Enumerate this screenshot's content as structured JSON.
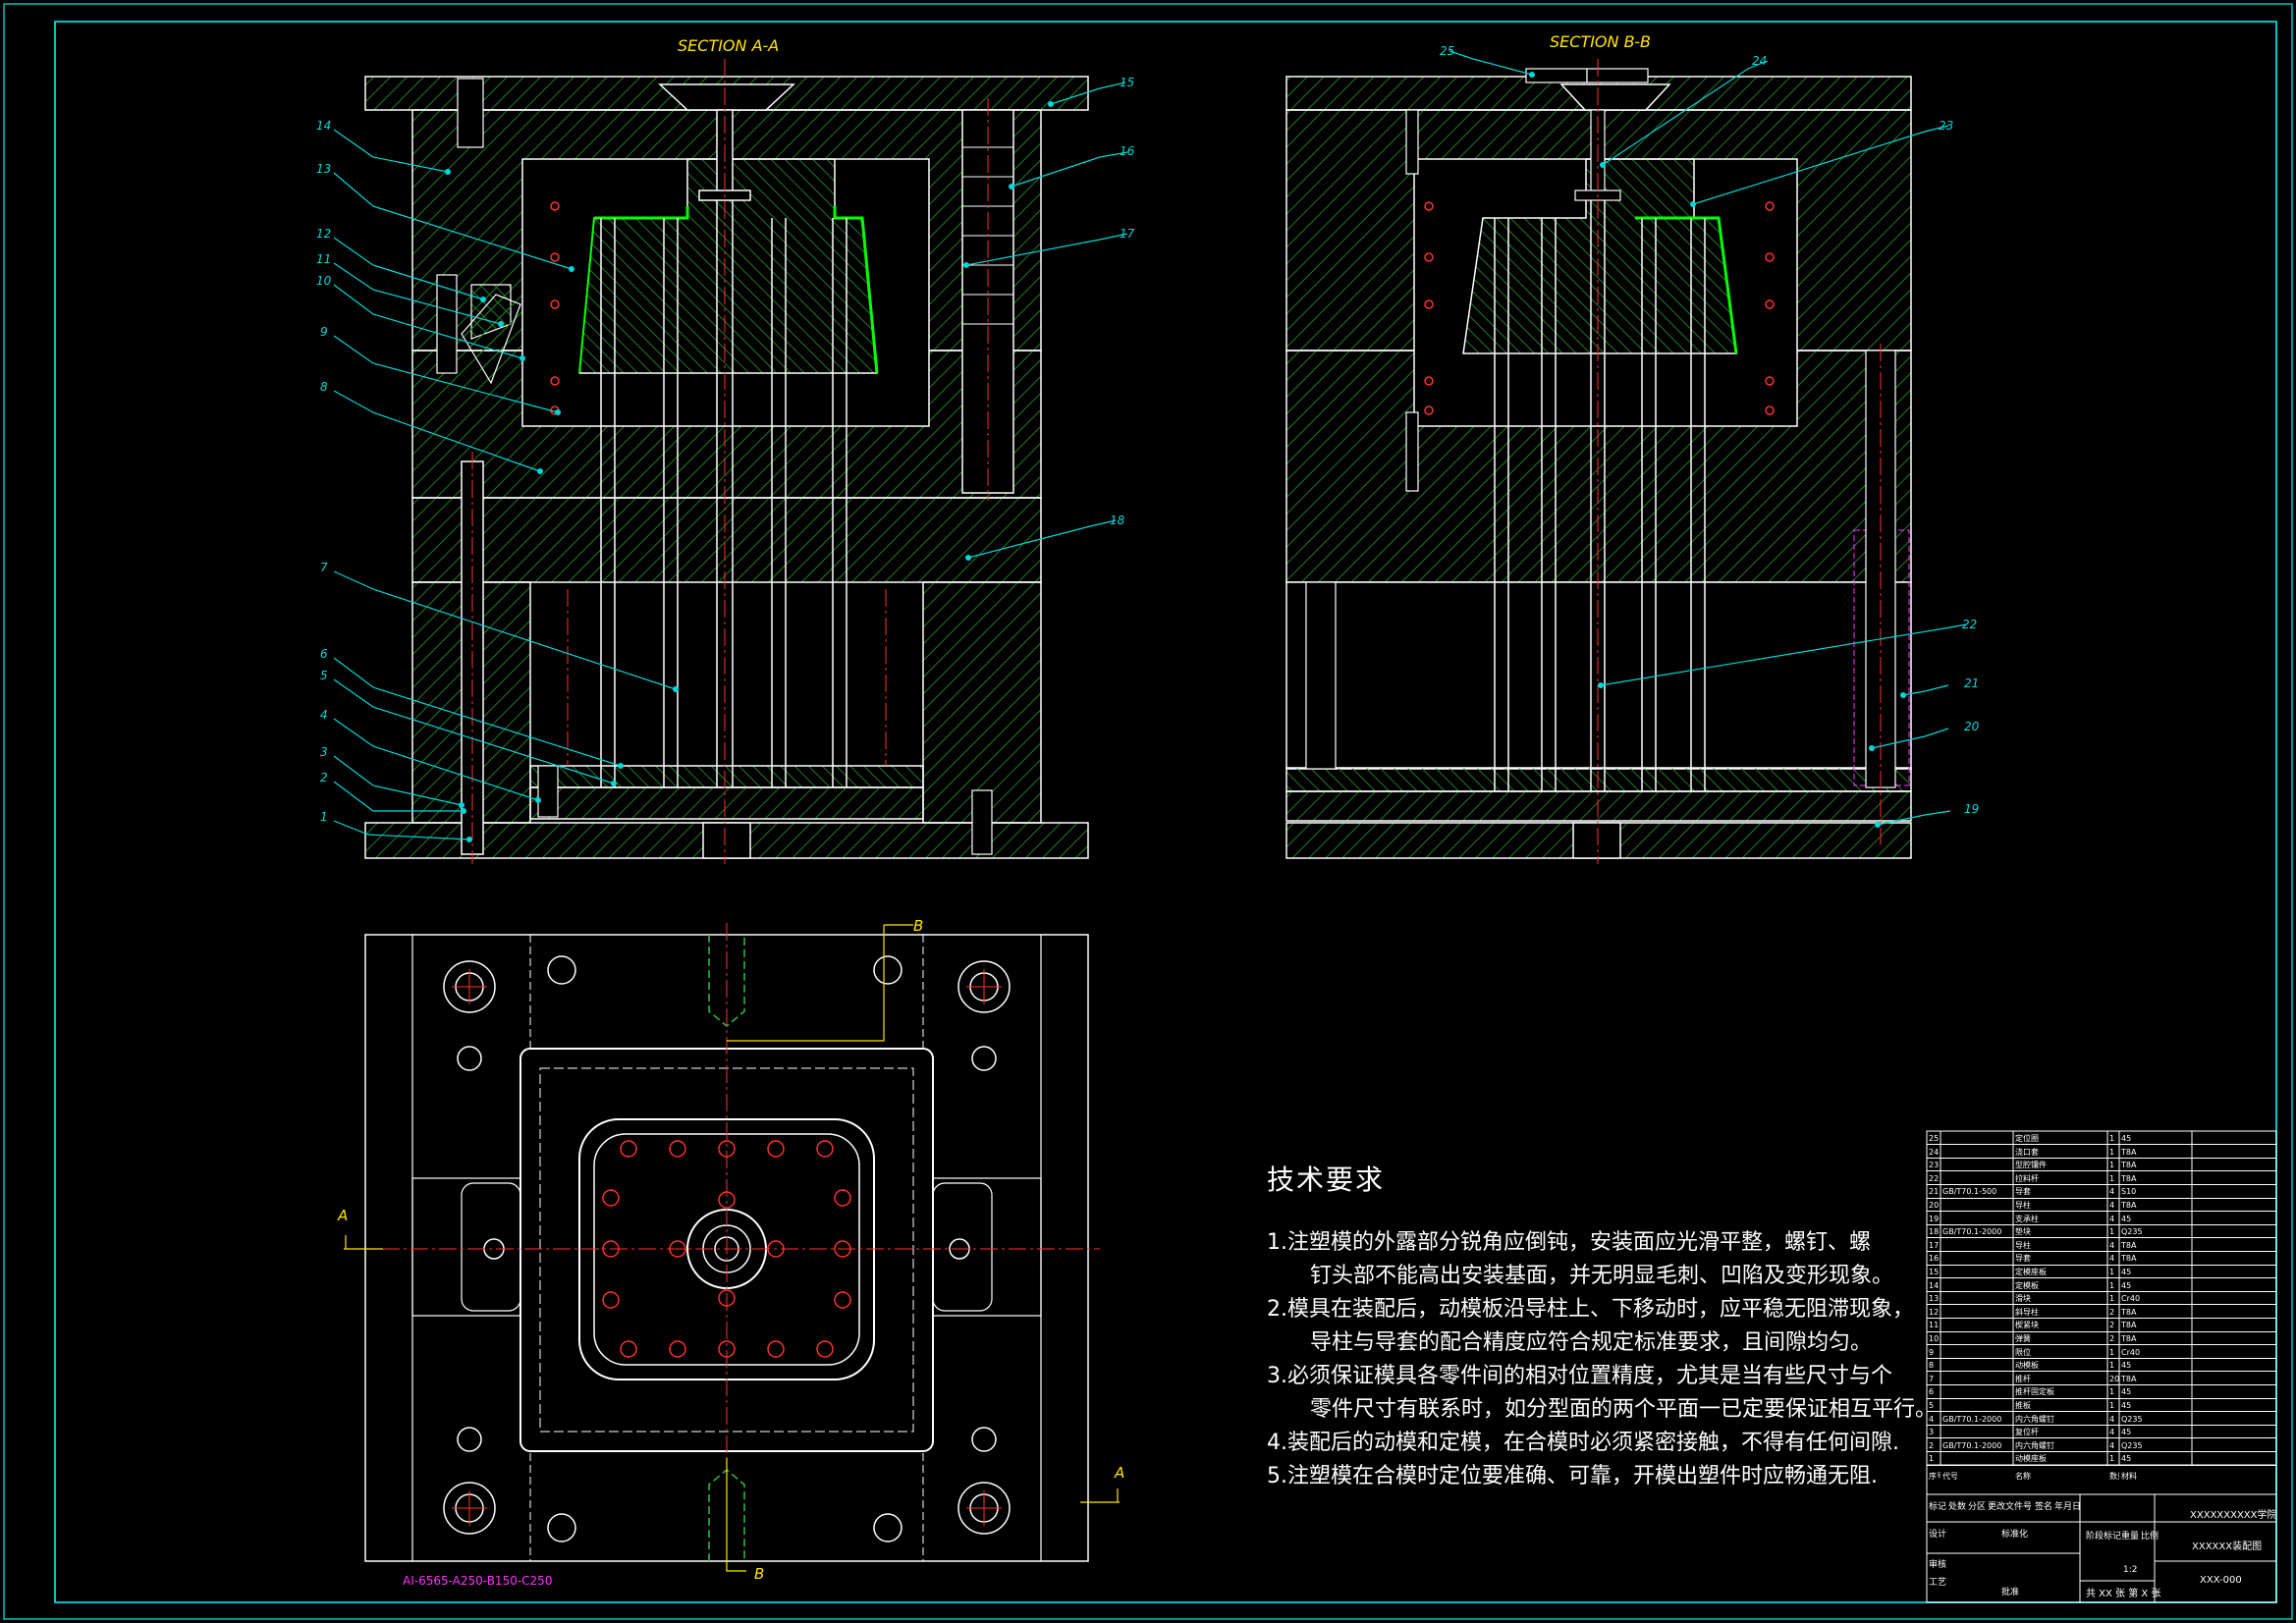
{
  "views": {
    "section_a": "SECTION A-A",
    "section_b": "SECTION B-B",
    "cut_a": "A",
    "cut_b": "B"
  },
  "base_code": "AI-6565-A250-B150-C250",
  "callouts": [
    "1",
    "2",
    "3",
    "4",
    "5",
    "6",
    "7",
    "8",
    "9",
    "10",
    "11",
    "12",
    "13",
    "14",
    "15",
    "16",
    "17",
    "18",
    "19",
    "20",
    "21",
    "22",
    "23",
    "24",
    "25"
  ],
  "tech": {
    "title": "技术要求",
    "lines": [
      "1.注塑模的外露部分锐角应倒钝，安装面应光滑平整，螺钉、螺",
      "钉头部不能高出安装基面，并无明显毛刺、凹陷及变形现象。",
      "2.模具在装配后，动模板沿导柱上、下移动时，应平稳无阻滞现象，",
      "导柱与导套的配合精度应符合规定标准要求，且间隙均匀。",
      "3.必须保证模具各零件间的相对位置精度，尤其是当有些尺寸与个",
      "零件尺寸有联系时，如分型面的两个平面一已定要保证相互平行。",
      "4.装配后的动模和定模，在合模时必须紧密接触，不得有任何间隙.",
      "5.注塑模在合模时定位要准确、可靠，开模出塑件时应畅通无阻."
    ]
  },
  "bom": [
    {
      "no": "25",
      "std": "",
      "name": "定位圈",
      "qty": "1",
      "mat": "45"
    },
    {
      "no": "24",
      "std": "",
      "name": "浇口套",
      "qty": "1",
      "mat": "T8A"
    },
    {
      "no": "23",
      "std": "",
      "name": "型腔镶件",
      "qty": "1",
      "mat": "T8A"
    },
    {
      "no": "22",
      "std": "",
      "name": "拉料杆",
      "qty": "1",
      "mat": "T8A"
    },
    {
      "no": "21",
      "std": "GB/T70.1-500",
      "name": "导套",
      "qty": "4",
      "mat": "S10"
    },
    {
      "no": "20",
      "std": "",
      "name": "导柱",
      "qty": "4",
      "mat": "T8A"
    },
    {
      "no": "19",
      "std": "",
      "name": "支承柱",
      "qty": "4",
      "mat": "45"
    },
    {
      "no": "18",
      "std": "GB/T70.1-2000",
      "name": "垫块",
      "qty": "1",
      "mat": "Q235"
    },
    {
      "no": "17",
      "std": "",
      "name": "导柱",
      "qty": "4",
      "mat": "T8A"
    },
    {
      "no": "16",
      "std": "",
      "name": "导套",
      "qty": "4",
      "mat": "T8A"
    },
    {
      "no": "15",
      "std": "",
      "name": "定模座板",
      "qty": "1",
      "mat": "45"
    },
    {
      "no": "14",
      "std": "",
      "name": "定模板",
      "qty": "1",
      "mat": "45"
    },
    {
      "no": "13",
      "std": "",
      "name": "滑块",
      "qty": "1",
      "mat": "Cr40"
    },
    {
      "no": "12",
      "std": "",
      "name": "斜导柱",
      "qty": "2",
      "mat": "T8A"
    },
    {
      "no": "11",
      "std": "",
      "name": "楔紧块",
      "qty": "2",
      "mat": "T8A"
    },
    {
      "no": "10",
      "std": "",
      "name": "弹簧",
      "qty": "2",
      "mat": "T8A"
    },
    {
      "no": "9",
      "std": "",
      "name": "限位",
      "qty": "1",
      "mat": "Cr40"
    },
    {
      "no": "8",
      "std": "",
      "name": "动模板",
      "qty": "1",
      "mat": "45"
    },
    {
      "no": "7",
      "std": "",
      "name": "推杆",
      "qty": "20",
      "mat": "T8A"
    },
    {
      "no": "6",
      "std": "",
      "name": "推杆固定板",
      "qty": "1",
      "mat": "45"
    },
    {
      "no": "5",
      "std": "",
      "name": "推板",
      "qty": "1",
      "mat": "45"
    },
    {
      "no": "4",
      "std": "GB/T70.1-2000",
      "name": "内六角螺钉",
      "qty": "4",
      "mat": "Q235"
    },
    {
      "no": "3",
      "std": "",
      "name": "复位杆",
      "qty": "4",
      "mat": "45"
    },
    {
      "no": "2",
      "std": "GB/T70.1-2000",
      "name": "内六角螺钉",
      "qty": "4",
      "mat": "Q235"
    },
    {
      "no": "1",
      "std": "",
      "name": "动模座板",
      "qty": "1",
      "mat": "45"
    }
  ],
  "titleblock": {
    "hdr_no": "序号",
    "hdr_code": "代号",
    "hdr_name": "名称",
    "hdr_qty": "数量",
    "hdr_mat": "材料",
    "school": "XXXXXXXXXX学院",
    "drawing_name": "XXXXXX装配图",
    "drawing_no": "XXX-000",
    "sheets": "共 XX 张  第 X 张",
    "scale": "1:2",
    "labels": [
      "标记",
      "处数",
      "分区",
      "更改文件号",
      "签名",
      "年月日",
      "设计",
      "标准化",
      "阶段标记",
      "重量",
      "比例",
      "审核",
      "工艺",
      "批准"
    ]
  },
  "colors": {
    "bg": "#000000",
    "line": "#ffffff",
    "hatch": "#1f7a26",
    "cyan": "#00d7d7",
    "red": "#ff3030",
    "yellow": "#ffe600",
    "green": "#00ff00",
    "magenta": "#ff33ff"
  }
}
